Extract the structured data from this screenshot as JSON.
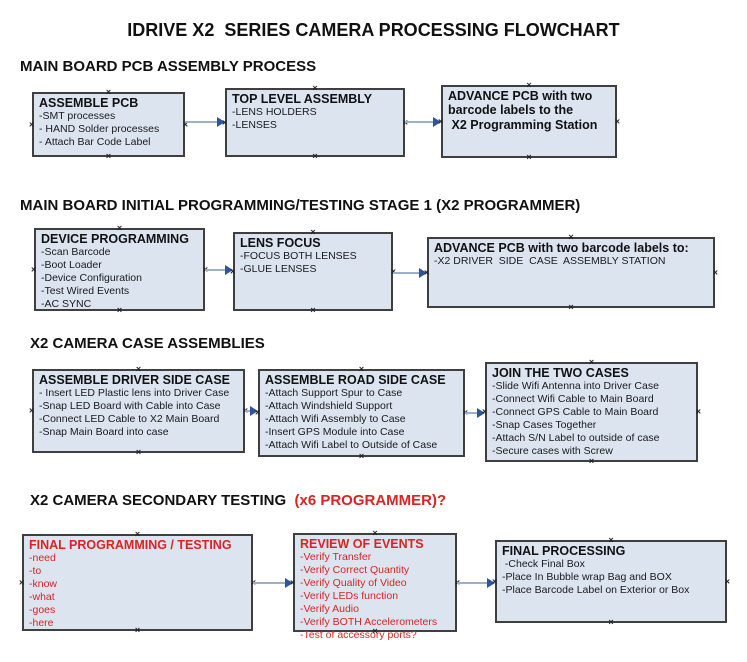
{
  "title": "IDRIVE X2  SERIES CAMERA PROCESSING FLOWCHART",
  "colors": {
    "box_fill": "#dce4f0",
    "box_border": "#3f3f3f",
    "arrow_line": "#9bb0cc",
    "arrow_head": "#2e549c",
    "red": "#dd2222"
  },
  "sections": [
    {
      "header": "MAIN BOARD PCB ASSEMBLY PROCESS",
      "boxes": [
        {
          "title": "ASSEMBLE PCB",
          "lines": [
            "-SMT processes",
            "- HAND Solder processes",
            "- Attach Bar Code Label"
          ]
        },
        {
          "title": "TOP LEVEL ASSEMBLY",
          "lines": [
            "-LENS HOLDERS",
            "-LENSES"
          ]
        },
        {
          "title": "ADVANCE PCB with two\nbarcode labels to the\n X2 Programming Station",
          "lines": []
        }
      ]
    },
    {
      "header": "MAIN BOARD INITIAL PROGRAMMING/TESTING STAGE 1 (X2 PROGRAMMER)",
      "boxes": [
        {
          "title": "DEVICE PROGRAMMING",
          "lines": [
            "-Scan Barcode",
            "-Boot Loader",
            "-Device Configuration",
            "-Test Wired Events",
            "-AC SYNC"
          ]
        },
        {
          "title": "LENS FOCUS",
          "lines": [
            "-FOCUS BOTH LENSES",
            "-GLUE LENSES"
          ]
        },
        {
          "title": "ADVANCE PCB with two barcode labels to:",
          "lines": [
            "-X2 DRIVER  SIDE  CASE  ASSEMBLY STATION"
          ]
        }
      ]
    },
    {
      "header": "X2 CAMERA CASE ASSEMBLIES",
      "boxes": [
        {
          "title": "ASSEMBLE DRIVER SIDE CASE",
          "lines": [
            "- Insert LED Plastic lens into Driver Case",
            "-Snap LED Board with Cable into Case",
            "-Connect LED Cable to X2 Main Board",
            "-Snap Main Board into case"
          ]
        },
        {
          "title": "ASSEMBLE ROAD SIDE CASE",
          "lines": [
            "-Attach Support Spur to Case",
            "-Attach Windshield Support",
            "-Attach Wifi Assembly to Case",
            "-Insert GPS Module into Case",
            "-Attach Wifi Label to Outside of Case"
          ]
        },
        {
          "title": "JOIN THE TWO CASES",
          "lines": [
            "-Slide Wifi Antenna into Driver Case",
            "-Connect Wifi Cable to Main Board",
            "-Connect GPS Cable to Main Board",
            "-Snap Cases Together",
            "-Attach S/N Label to outside of case",
            "-Secure cases with Screw"
          ]
        }
      ]
    },
    {
      "header": "X2 CAMERA SECONDARY TESTING  ",
      "header_suffix": "(x6 PROGRAMMER)?",
      "boxes": [
        {
          "title": "FINAL PROGRAMMING / TESTING",
          "lines": [
            "-need",
            "-to",
            "-know",
            "-what",
            "-goes",
            "-here"
          ]
        },
        {
          "title": "REVIEW OF EVENTS",
          "lines": [
            "-Verify Transfer",
            "-Verify Correct Quantity",
            "-Verify Quality of Video",
            "-Verify LEDs function",
            "-Verify Audio",
            "-Verify BOTH Accelerometers",
            "-Test of accessory ports?"
          ]
        },
        {
          "title": "FINAL PROCESSING",
          "lines": [
            " -Check Final Box",
            "-Place In Bubble wrap Bag and BOX",
            "-Place Barcode Label on Exterior or Box"
          ]
        }
      ]
    }
  ]
}
